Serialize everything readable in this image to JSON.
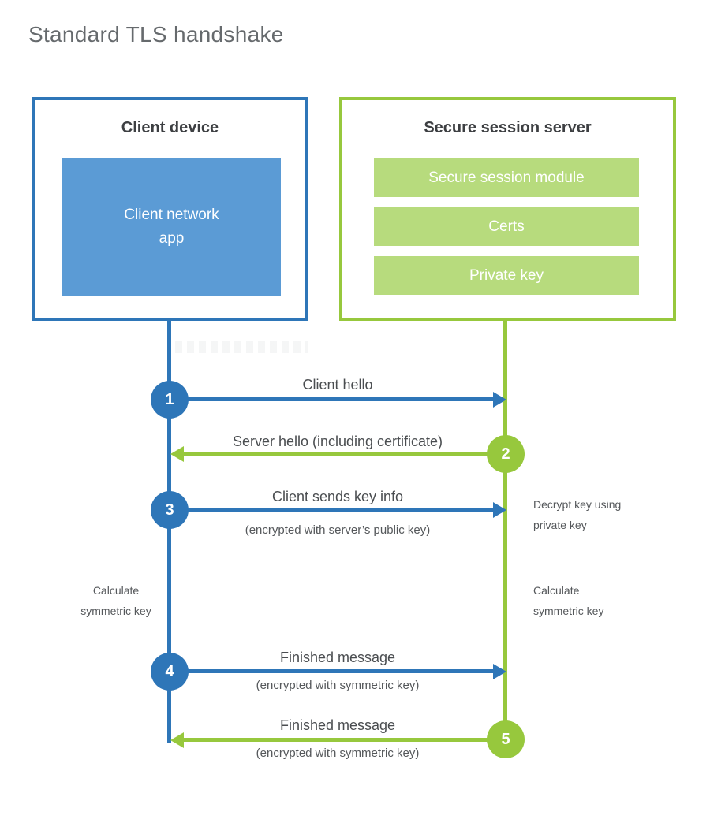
{
  "title": "Standard TLS handshake",
  "colors": {
    "blue": "#2e76b8",
    "blue_fill": "#5b9bd5",
    "green": "#97c83d",
    "green_fill": "#b7db7d"
  },
  "client": {
    "title": "Client device",
    "app_label": "Client network\napp"
  },
  "server": {
    "title": "Secure session server",
    "modules": [
      "Secure session module",
      "Certs",
      "Private key"
    ]
  },
  "messages": [
    {
      "step": "1",
      "from": "client",
      "to": "server",
      "label": "Client hello",
      "sublabel": ""
    },
    {
      "step": "2",
      "from": "server",
      "to": "client",
      "label": "Server hello (including certificate)",
      "sublabel": ""
    },
    {
      "step": "3",
      "from": "client",
      "to": "server",
      "label": "Client sends key info",
      "sublabel": "(encrypted with server’s public key)"
    },
    {
      "step": "4",
      "from": "client",
      "to": "server",
      "label": "Finished message",
      "sublabel": "(encrypted with symmetric key)"
    },
    {
      "step": "5",
      "from": "server",
      "to": "client",
      "label": "Finished message",
      "sublabel": "(encrypted with symmetric key)"
    }
  ],
  "notes": {
    "decrypt": "Decrypt key using\nprivate key",
    "calc_client": "Calculate\nsymmetric key",
    "calc_server": "Calculate\nsymmetric key"
  }
}
